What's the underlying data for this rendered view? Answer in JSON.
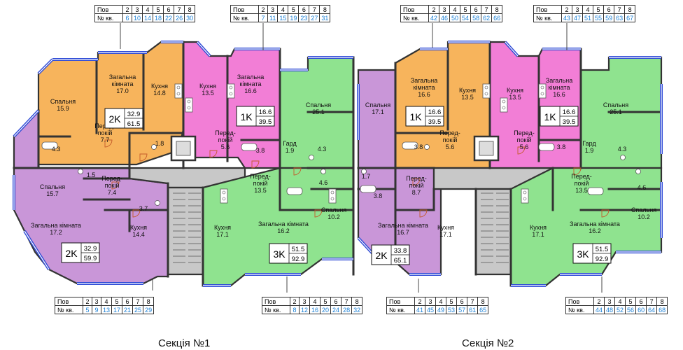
{
  "labels": {
    "floor": "Пов",
    "apt": "№ кв."
  },
  "colors": {
    "orange": "#f7b45c",
    "pink": "#f27ed6",
    "green": "#8fe38f",
    "violet": "#c996d8",
    "grey": "#c8c8c8",
    "wall": "#333333",
    "window": "#2f4bd6",
    "number": "#1a7fd4"
  },
  "sections": [
    {
      "label": "Секція №1"
    },
    {
      "label": "Секція №2"
    }
  ],
  "floor_tables": [
    {
      "floors": [
        "2",
        "3",
        "4",
        "5",
        "6",
        "7",
        "8"
      ],
      "apts": [
        "6",
        "10",
        "14",
        "18",
        "22",
        "26",
        "30"
      ]
    },
    {
      "floors": [
        "2",
        "3",
        "4",
        "5",
        "6",
        "7",
        "8"
      ],
      "apts": [
        "7",
        "11",
        "15",
        "19",
        "23",
        "27",
        "31"
      ]
    },
    {
      "floors": [
        "2",
        "3",
        "4",
        "5",
        "6",
        "7",
        "8"
      ],
      "apts": [
        "42",
        "46",
        "50",
        "54",
        "58",
        "62",
        "66"
      ]
    },
    {
      "floors": [
        "2",
        "3",
        "4",
        "5",
        "6",
        "7",
        "8"
      ],
      "apts": [
        "43",
        "47",
        "51",
        "55",
        "59",
        "63",
        "67"
      ]
    },
    {
      "floors": [
        "2",
        "3",
        "4",
        "5",
        "6",
        "7",
        "8"
      ],
      "apts": [
        "5",
        "9",
        "13",
        "17",
        "21",
        "25",
        "29"
      ]
    },
    {
      "floors": [
        "2",
        "3",
        "4",
        "5",
        "6",
        "7",
        "8"
      ],
      "apts": [
        "8",
        "12",
        "16",
        "20",
        "24",
        "28",
        "32"
      ]
    },
    {
      "floors": [
        "2",
        "3",
        "4",
        "5",
        "6",
        "7",
        "8"
      ],
      "apts": [
        "41",
        "45",
        "49",
        "53",
        "57",
        "61",
        "65"
      ]
    },
    {
      "floors": [
        "2",
        "3",
        "4",
        "5",
        "6",
        "7",
        "8"
      ],
      "apts": [
        "44",
        "48",
        "52",
        "56",
        "60",
        "64",
        "68"
      ]
    }
  ],
  "apartments": [
    {
      "type": "2K",
      "living": "32.9",
      "total": "61.5"
    },
    {
      "type": "1K",
      "living": "16.6",
      "total": "39.5"
    },
    {
      "type": "1K",
      "living": "16.6",
      "total": "39.5"
    },
    {
      "type": "1K",
      "living": "16.6",
      "total": "39.5"
    },
    {
      "type": "2K",
      "living": "32.9",
      "total": "59.9"
    },
    {
      "type": "3K",
      "living": "51.5",
      "total": "92.9"
    },
    {
      "type": "2K",
      "living": "33.8",
      "total": "65.1"
    },
    {
      "type": "3K",
      "living": "51.5",
      "total": "92.9"
    }
  ],
  "rooms": [
    {
      "lines": [
        "Спальня",
        "15.9"
      ]
    },
    {
      "lines": [
        "Загальна",
        "кімната",
        "17.0"
      ]
    },
    {
      "lines": [
        "Кухня",
        "14.8"
      ]
    },
    {
      "lines": [
        "4.3"
      ]
    },
    {
      "lines": [
        "Перед-",
        "покій",
        "7.7"
      ]
    },
    {
      "lines": [
        "1.8"
      ]
    },
    {
      "lines": [
        "Кухня",
        "13.5"
      ]
    },
    {
      "lines": [
        "Загальна",
        "кімната",
        "16.6"
      ]
    },
    {
      "lines": [
        "Перед-",
        "покій",
        "5.6"
      ]
    },
    {
      "lines": [
        "3.8"
      ]
    },
    {
      "lines": [
        "Спальня",
        "25.1"
      ]
    },
    {
      "lines": [
        "Гард",
        "1.9"
      ]
    },
    {
      "lines": [
        "4.3"
      ]
    },
    {
      "lines": [
        "1.5"
      ]
    },
    {
      "lines": [
        "Спальня",
        "15.7"
      ]
    },
    {
      "lines": [
        "Перед-",
        "покій",
        "7.4"
      ]
    },
    {
      "lines": [
        "3.7"
      ]
    },
    {
      "lines": [
        "Загальна кімната",
        "17.2"
      ]
    },
    {
      "lines": [
        "Кухня",
        "14.4"
      ]
    },
    {
      "lines": [
        "Перед-",
        "покій",
        "13.5"
      ]
    },
    {
      "lines": [
        "4.6"
      ]
    },
    {
      "lines": [
        "Кухня",
        "17.1"
      ]
    },
    {
      "lines": [
        "Загальна кімната",
        "16.2"
      ]
    },
    {
      "lines": [
        "Спальня",
        "10.2"
      ]
    },
    {
      "lines": [
        "Спальня",
        "17.1"
      ]
    },
    {
      "lines": [
        "1.7"
      ]
    },
    {
      "lines": [
        "3.8"
      ]
    },
    {
      "lines": [
        "Перед-",
        "покій",
        "8.7"
      ]
    },
    {
      "lines": [
        "Загальна кімната",
        "16.7"
      ]
    },
    {
      "lines": [
        "Кухня",
        "17.1"
      ]
    },
    {
      "lines": [
        "Загальна",
        "кімната",
        "16.6"
      ]
    },
    {
      "lines": [
        "Кухня",
        "13.5"
      ]
    },
    {
      "lines": [
        "3.8"
      ]
    },
    {
      "lines": [
        "Перед-",
        "покій",
        "5.6"
      ]
    },
    {
      "lines": [
        "Кухня",
        "13.5"
      ]
    },
    {
      "lines": [
        "Загальна",
        "кімната",
        "16.6"
      ]
    },
    {
      "lines": [
        "Перед-",
        "покій",
        "5.6"
      ]
    },
    {
      "lines": [
        "3.8"
      ]
    },
    {
      "lines": [
        "Спальня",
        "25.1"
      ]
    },
    {
      "lines": [
        "Гард",
        "1.9"
      ]
    },
    {
      "lines": [
        "4.3"
      ]
    },
    {
      "lines": [
        "Перед-",
        "покій",
        "13.5"
      ]
    },
    {
      "lines": [
        "4.6"
      ]
    },
    {
      "lines": [
        "Кухня",
        "17.1"
      ]
    },
    {
      "lines": [
        "Загальна кімната",
        "16.2"
      ]
    },
    {
      "lines": [
        "Спальня",
        "10.2"
      ]
    }
  ]
}
